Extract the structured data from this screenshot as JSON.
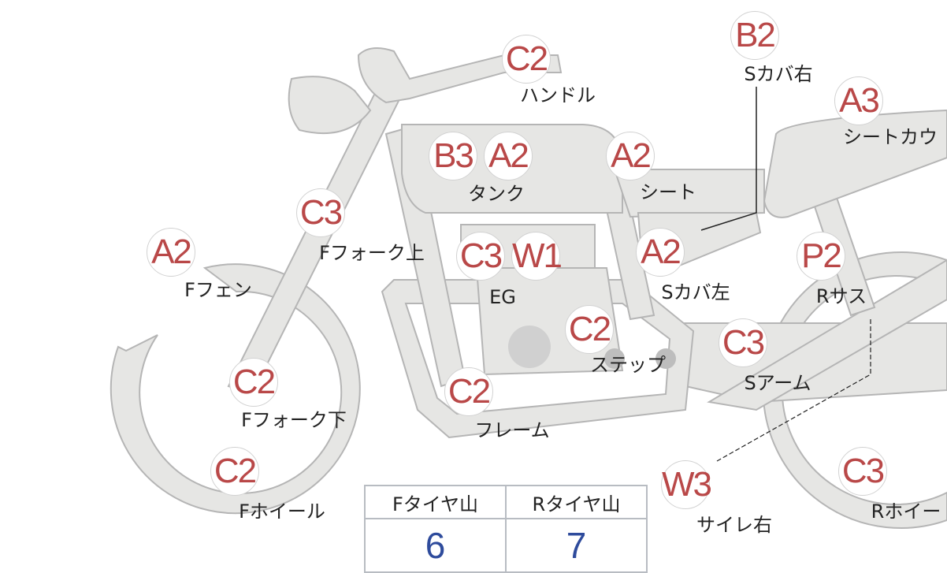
{
  "colors": {
    "part_fill": "#e6e6e4",
    "part_stroke": "#b5b5b5",
    "grade_text": "#b94848",
    "value_text": "#2e4b9c"
  },
  "parts": [
    {
      "grade": "C2",
      "label": "ハンドル"
    },
    {
      "grade": "B2",
      "label": "Sカバ右"
    },
    {
      "grade": "A3",
      "label": "シートカウ"
    },
    {
      "grade": "B3",
      "label": "タンク",
      "grade2": "A2"
    },
    {
      "grade": "A2",
      "label": "シート"
    },
    {
      "grade": "C3",
      "label": "Fフォーク上"
    },
    {
      "grade": "A2",
      "label": "Fフェン"
    },
    {
      "grade": "C3",
      "label": "EG",
      "grade2": "W1"
    },
    {
      "grade": "A2",
      "label": "Sカバ左"
    },
    {
      "grade": "P2",
      "label": "Rサス"
    },
    {
      "grade": "C2",
      "label": "ステップ"
    },
    {
      "grade": "C3",
      "label": "Sアーム"
    },
    {
      "grade": "C2",
      "label": "Fフォーク下"
    },
    {
      "grade": "C2",
      "label": "フレーム"
    },
    {
      "grade": "C2",
      "label": "Fホイール"
    },
    {
      "grade": "W3",
      "label": "サイレ右"
    },
    {
      "grade": "C3",
      "label": "Rホイー"
    }
  ],
  "tire_table": {
    "headers": [
      "Fタイヤ山",
      "Rタイヤ山"
    ],
    "values": [
      "6",
      "7"
    ]
  }
}
